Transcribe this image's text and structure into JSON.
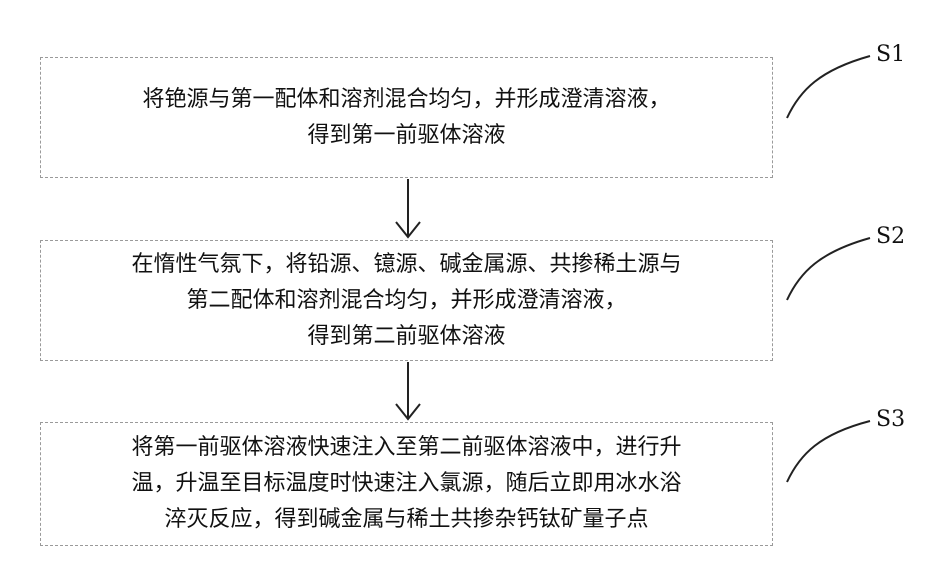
{
  "steps": [
    {
      "id": "S1",
      "lines": [
        "将铯源与第一配体和溶剂混合均匀，并形成澄清溶液，",
        "得到第一前驱体溶液"
      ]
    },
    {
      "id": "S2",
      "lines": [
        "在惰性气氛下，将铅源、镱源、碱金属源、共掺稀土源与",
        "第二配体和溶剂混合均匀，并形成澄清溶液，",
        "得到第二前驱体溶液"
      ]
    },
    {
      "id": "S3",
      "lines": [
        "将第一前驱体溶液快速注入至第二前驱体溶液中，进行升",
        "温，升温至目标温度时快速注入氯源，随后立即用冰水浴",
        "淬灭反应，得到碱金属与稀土共掺杂钙钛矿量子点"
      ]
    }
  ]
}
